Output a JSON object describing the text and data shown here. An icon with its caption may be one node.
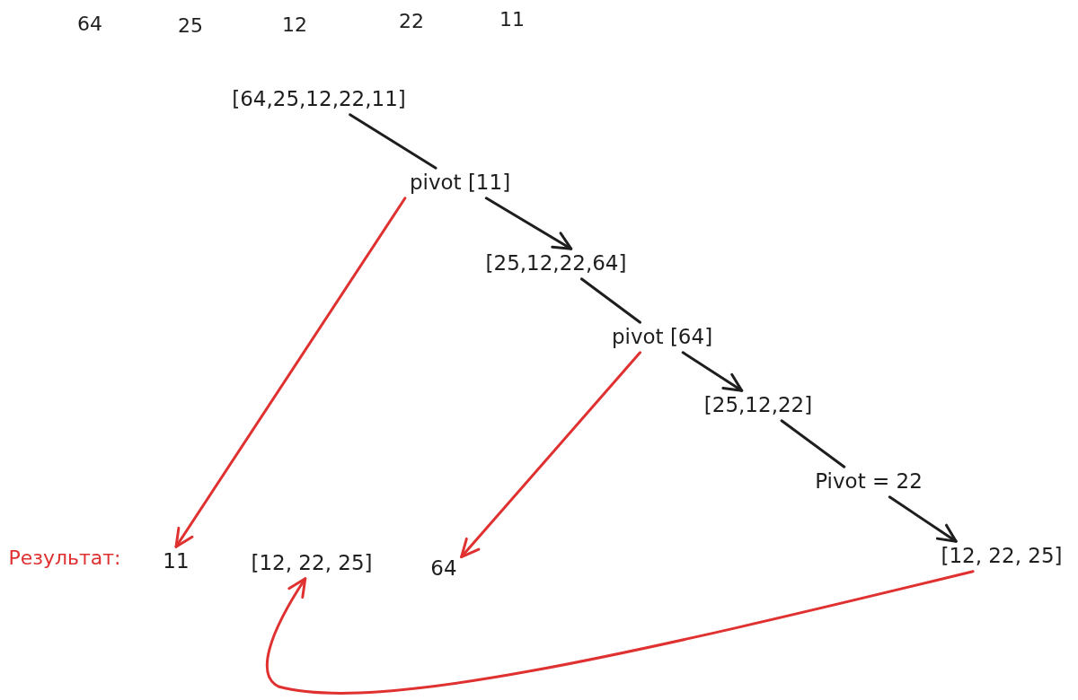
{
  "diagram": {
    "nodes": [
      {
        "text": [
          "[64,25,12,22,11]"
        ]
      },
      {
        "text": [
          "pivot [11]"
        ]
      },
      {
        "text": [
          "[25,12,22,64]"
        ]
      },
      {
        "text": [
          "pivot [64]"
        ]
      },
      {
        "text": [
          "[25,12,22]"
        ]
      },
      {
        "text": [
          "Pivot = 22"
        ]
      },
      {
        "text": [
          "11"
        ]
      },
      {
        "text": [
          "[12, 22, 25]"
        ]
      },
      {
        "text": [
          "64"
        ]
      },
      {
        "text": [
          "[12, 22, 25]"
        ]
      }
    ],
    "edges": [
      {
        "from": 0,
        "to": 1,
        "arrow": "none"
      },
      {
        "from": 1,
        "to": 2,
        "arrow": "to"
      },
      {
        "from": 2,
        "to": 3,
        "arrow": "none"
      },
      {
        "from": 3,
        "to": 4,
        "arrow": "to"
      },
      {
        "from": 4,
        "to": 5,
        "arrow": "none"
      },
      {
        "from": 5,
        "to": 9,
        "arrow": "to"
      },
      {
        "from": 1,
        "to": 6,
        "arrow": "to",
        "color": "#e03131"
      },
      {
        "from": 3,
        "to": 8,
        "arrow": "to",
        "color": "#e03131"
      },
      {
        "from": 9,
        "to": 7,
        "arrow": "to",
        "color": "#e03131"
      }
    ],
    "labels": [
      "64",
      "25",
      "12",
      "22",
      "11",
      "Результат:"
    ]
  }
}
